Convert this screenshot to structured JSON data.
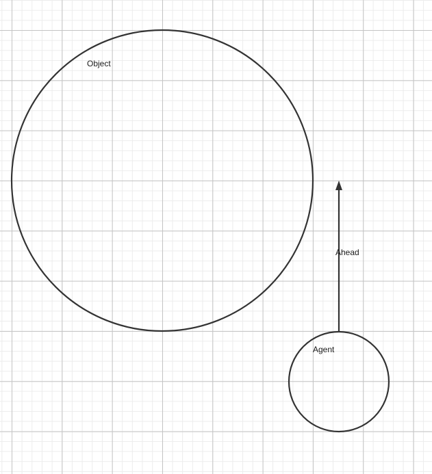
{
  "diagram": {
    "nodes": [
      {
        "id": "object",
        "label": "Object"
      },
      {
        "id": "agent",
        "label": "Agent"
      }
    ],
    "edges": [
      {
        "from": "agent",
        "direction": "up",
        "label": "Ahead"
      }
    ]
  }
}
